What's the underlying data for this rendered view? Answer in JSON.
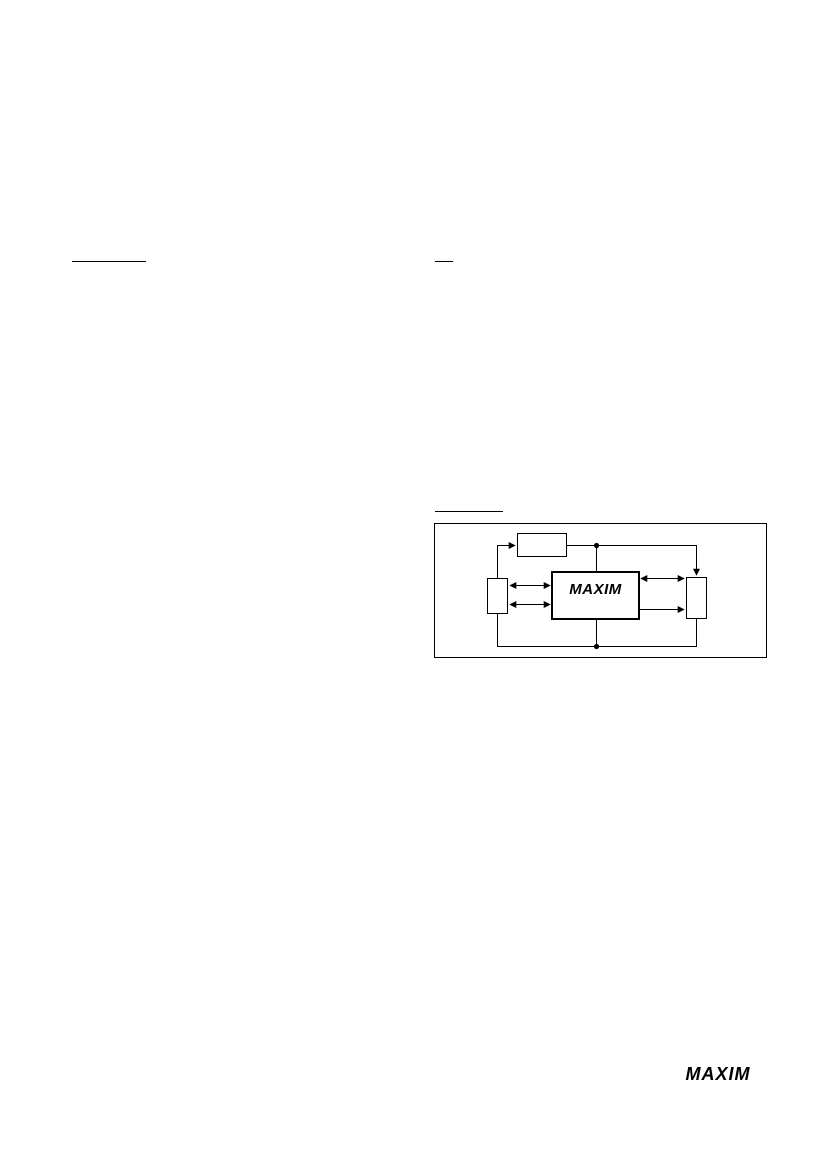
{
  "document": {
    "brand": "MAXIM"
  },
  "diagram": {
    "chip_label": "MAXIM"
  },
  "footer": {
    "logo_text": "MAXIM"
  }
}
